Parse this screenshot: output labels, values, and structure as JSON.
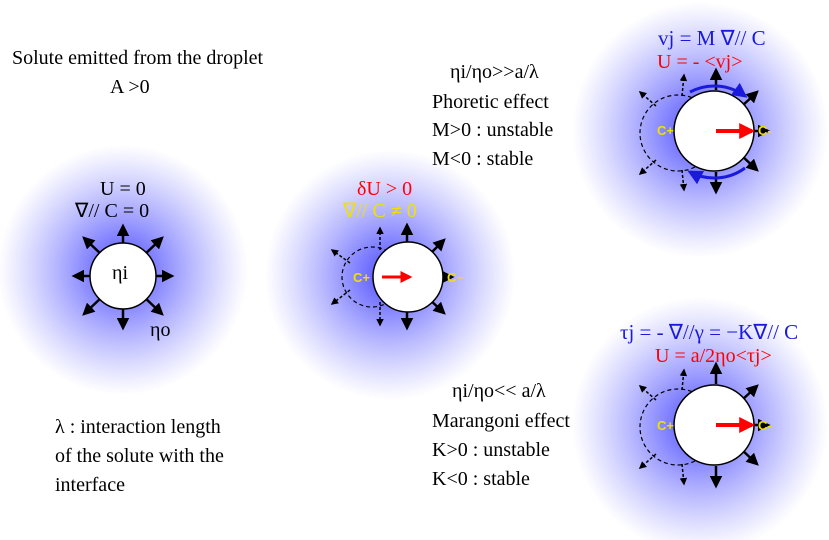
{
  "colors": {
    "glow": "#2a2aff",
    "arrow_red": "#ff0000",
    "arc_blue": "#1a1adc",
    "label_yellow": "#f0e000",
    "text_blue": "#1a1adc",
    "text_red": "#ff0000"
  },
  "header": {
    "line1": "Solute emitted from the droplet",
    "line2": "A >0"
  },
  "lambda_note": {
    "line1": "λ : interaction length",
    "line2": "of the solute with the",
    "line3": "interface"
  },
  "drop_static": {
    "U": "U = 0",
    "grad": "∇// C = 0",
    "eta_i": "ηi",
    "eta_o": "ηo"
  },
  "drop_perturbed": {
    "dU": "δU > 0",
    "grad": "∇// C ≠ 0",
    "c_plus": "C+",
    "c_minus": "C−"
  },
  "phoretic": {
    "ratio": "ηi/ηo>>a/λ",
    "title": "Phoretic effect",
    "m_pos": "M>0 : unstable",
    "m_neg": "M<0 : stable",
    "eq1": "vj = M ∇// C",
    "eq2": "U = - <vj>",
    "c_plus": "C+",
    "c_minus": "C-"
  },
  "marangoni": {
    "ratio": "ηi/ηo<< a/λ",
    "title": "Marangoni effect",
    "k_pos": "K>0 : unstable",
    "k_neg": "K<0 : stable",
    "eq1": "τj = - ∇//γ = −K∇// C",
    "eq2": "U = a/2ηo<τj>",
    "c_plus": "C+",
    "c_minus": "C-"
  }
}
